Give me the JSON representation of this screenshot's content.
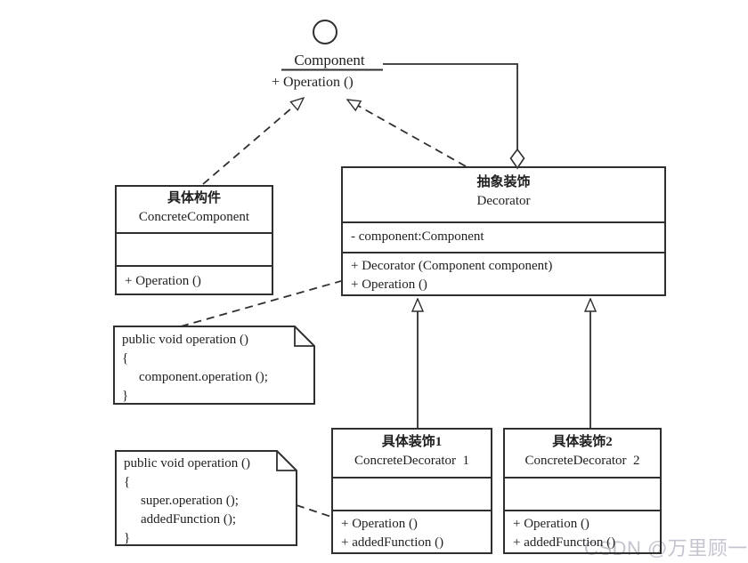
{
  "iface": {
    "name": "Component",
    "operation": "+ Operation ()"
  },
  "classes": {
    "decorator": {
      "name_cn": "抽象装饰",
      "name_en": "Decorator",
      "attributes": [
        "- component:Component"
      ],
      "methods": [
        "+ Decorator (Component component)",
        "+ Operation ()"
      ]
    },
    "concrete_component": {
      "name_cn": "具体构件",
      "name_en": "ConcreteComponent",
      "attributes": [],
      "methods": [
        "+ Operation ()"
      ]
    },
    "concrete_decorator_1": {
      "name_cn": "具体装饰1",
      "name_en": "ConcreteDecorator  1",
      "attributes": [],
      "methods": [
        "+ Operation ()",
        "+ addedFunction ()"
      ]
    },
    "concrete_decorator_2": {
      "name_cn": "具体装饰2",
      "name_en": "ConcreteDecorator  2",
      "attributes": [],
      "methods": [
        "+ Operation ()",
        "+ addedFunction ()"
      ]
    }
  },
  "notes": {
    "operation_note": {
      "lines": [
        "public void operation ()",
        "{",
        "component.operation ();",
        "}"
      ]
    },
    "added_function_note": {
      "lines": [
        "public void operation ()",
        "{",
        "super.operation ();",
        "addedFunction ();",
        "}"
      ]
    }
  },
  "watermark": {
    "text": "CSDN @万里顾一程",
    "color": "#c4c4cf"
  },
  "colors": {
    "line": "#2f2f2f",
    "background": "#ffffff"
  }
}
